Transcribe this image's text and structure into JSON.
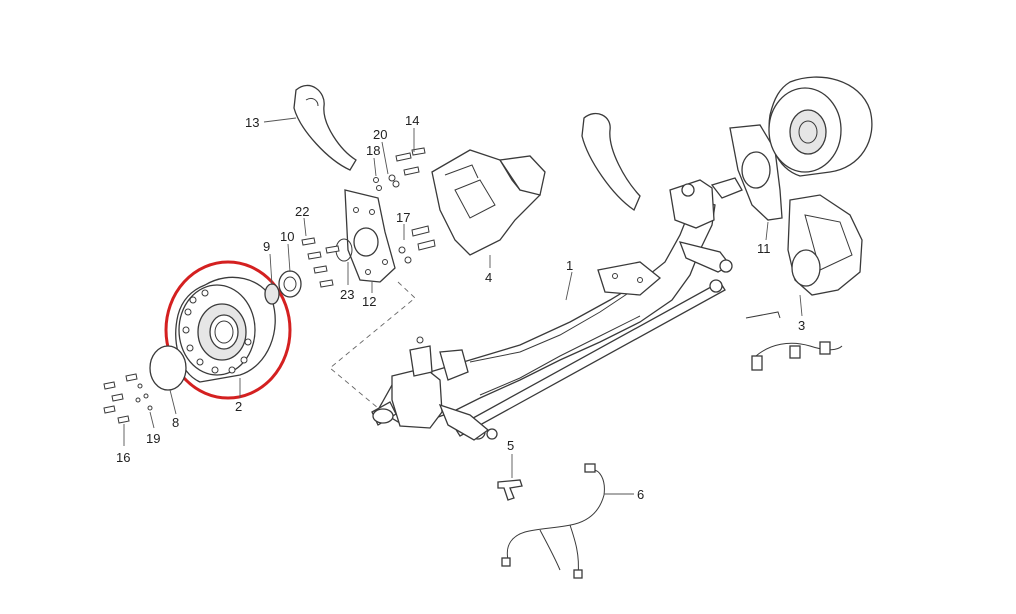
{
  "diagram": {
    "highlight_color": "#d42020",
    "highlighted_part": "2",
    "callouts": [
      {
        "id": "c1",
        "label": "1"
      },
      {
        "id": "c2",
        "label": "2"
      },
      {
        "id": "c3",
        "label": "3"
      },
      {
        "id": "c4",
        "label": "4"
      },
      {
        "id": "c5",
        "label": "5"
      },
      {
        "id": "c6",
        "label": "6"
      },
      {
        "id": "c8",
        "label": "8"
      },
      {
        "id": "c9",
        "label": "9"
      },
      {
        "id": "c10",
        "label": "10"
      },
      {
        "id": "c11",
        "label": "11"
      },
      {
        "id": "c12",
        "label": "12"
      },
      {
        "id": "c13",
        "label": "13"
      },
      {
        "id": "c14",
        "label": "14"
      },
      {
        "id": "c16",
        "label": "16"
      },
      {
        "id": "c17",
        "label": "17"
      },
      {
        "id": "c18",
        "label": "18"
      },
      {
        "id": "c19",
        "label": "19"
      },
      {
        "id": "c20",
        "label": "20"
      },
      {
        "id": "c22",
        "label": "22"
      },
      {
        "id": "c23",
        "label": "23"
      }
    ]
  }
}
